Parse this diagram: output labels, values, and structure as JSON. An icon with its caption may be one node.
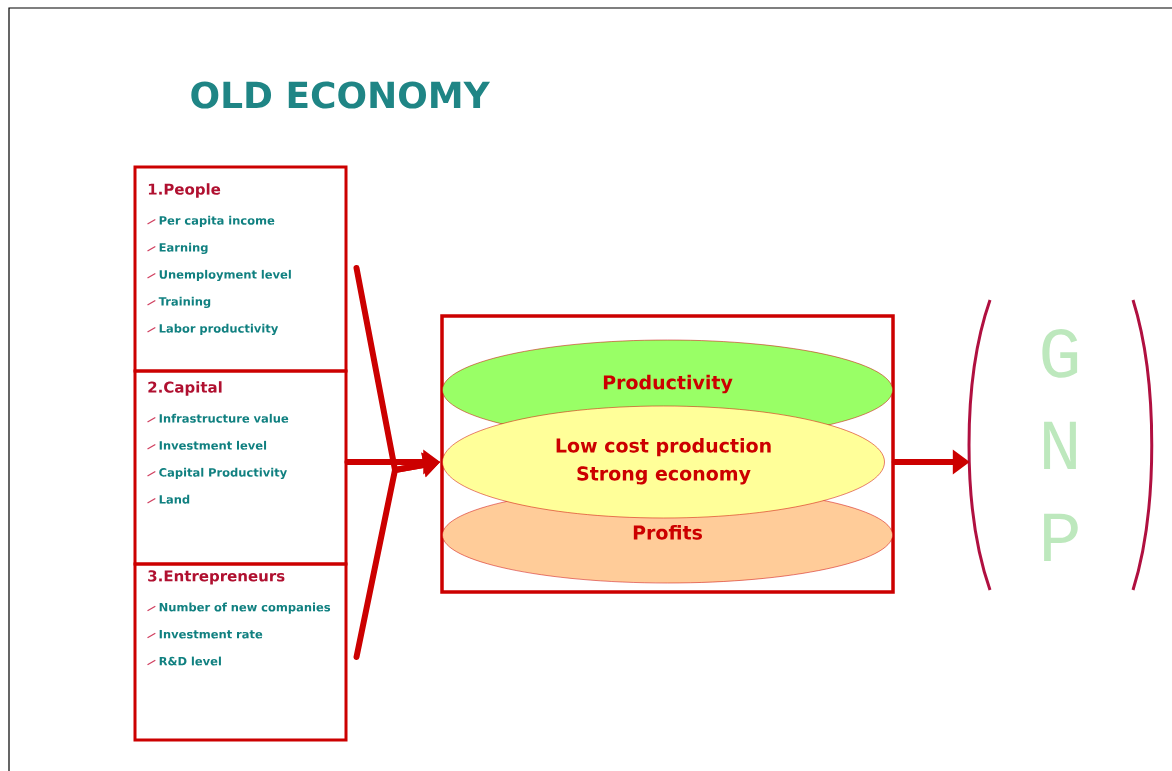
{
  "diagram": {
    "title": "OLD ECONOMY",
    "nodes": [
      {
        "text": [
          "1.People",
          "Per capita income",
          "Earning",
          "Unemployment level",
          "Training",
          "Labor productivity"
        ]
      },
      {
        "text": [
          "2.Capital",
          "Infrastructure value",
          "Investment level",
          "Capital Productivity",
          "Land"
        ]
      },
      {
        "text": [
          "3.Entrepreneurs",
          "Number of new companies",
          "Investment rate",
          "R&D level"
        ]
      },
      {
        "text": [],
        "shape": "box"
      },
      {
        "text": [
          "Productivity"
        ],
        "in": 3
      },
      {
        "text": [
          "Low cost production",
          "Strong economy"
        ],
        "in": 3
      },
      {
        "text": [
          "Profits"
        ],
        "in": 3
      },
      {
        "text": [
          "G",
          "N",
          "P"
        ]
      }
    ],
    "edges": [
      {
        "from": 0,
        "to": 3,
        "arrow": "to"
      },
      {
        "from": 1,
        "to": 3,
        "arrow": "to"
      },
      {
        "from": 2,
        "to": 3,
        "arrow": "to"
      },
      {
        "from": 3,
        "to": 7,
        "arrow": "to"
      }
    ]
  }
}
